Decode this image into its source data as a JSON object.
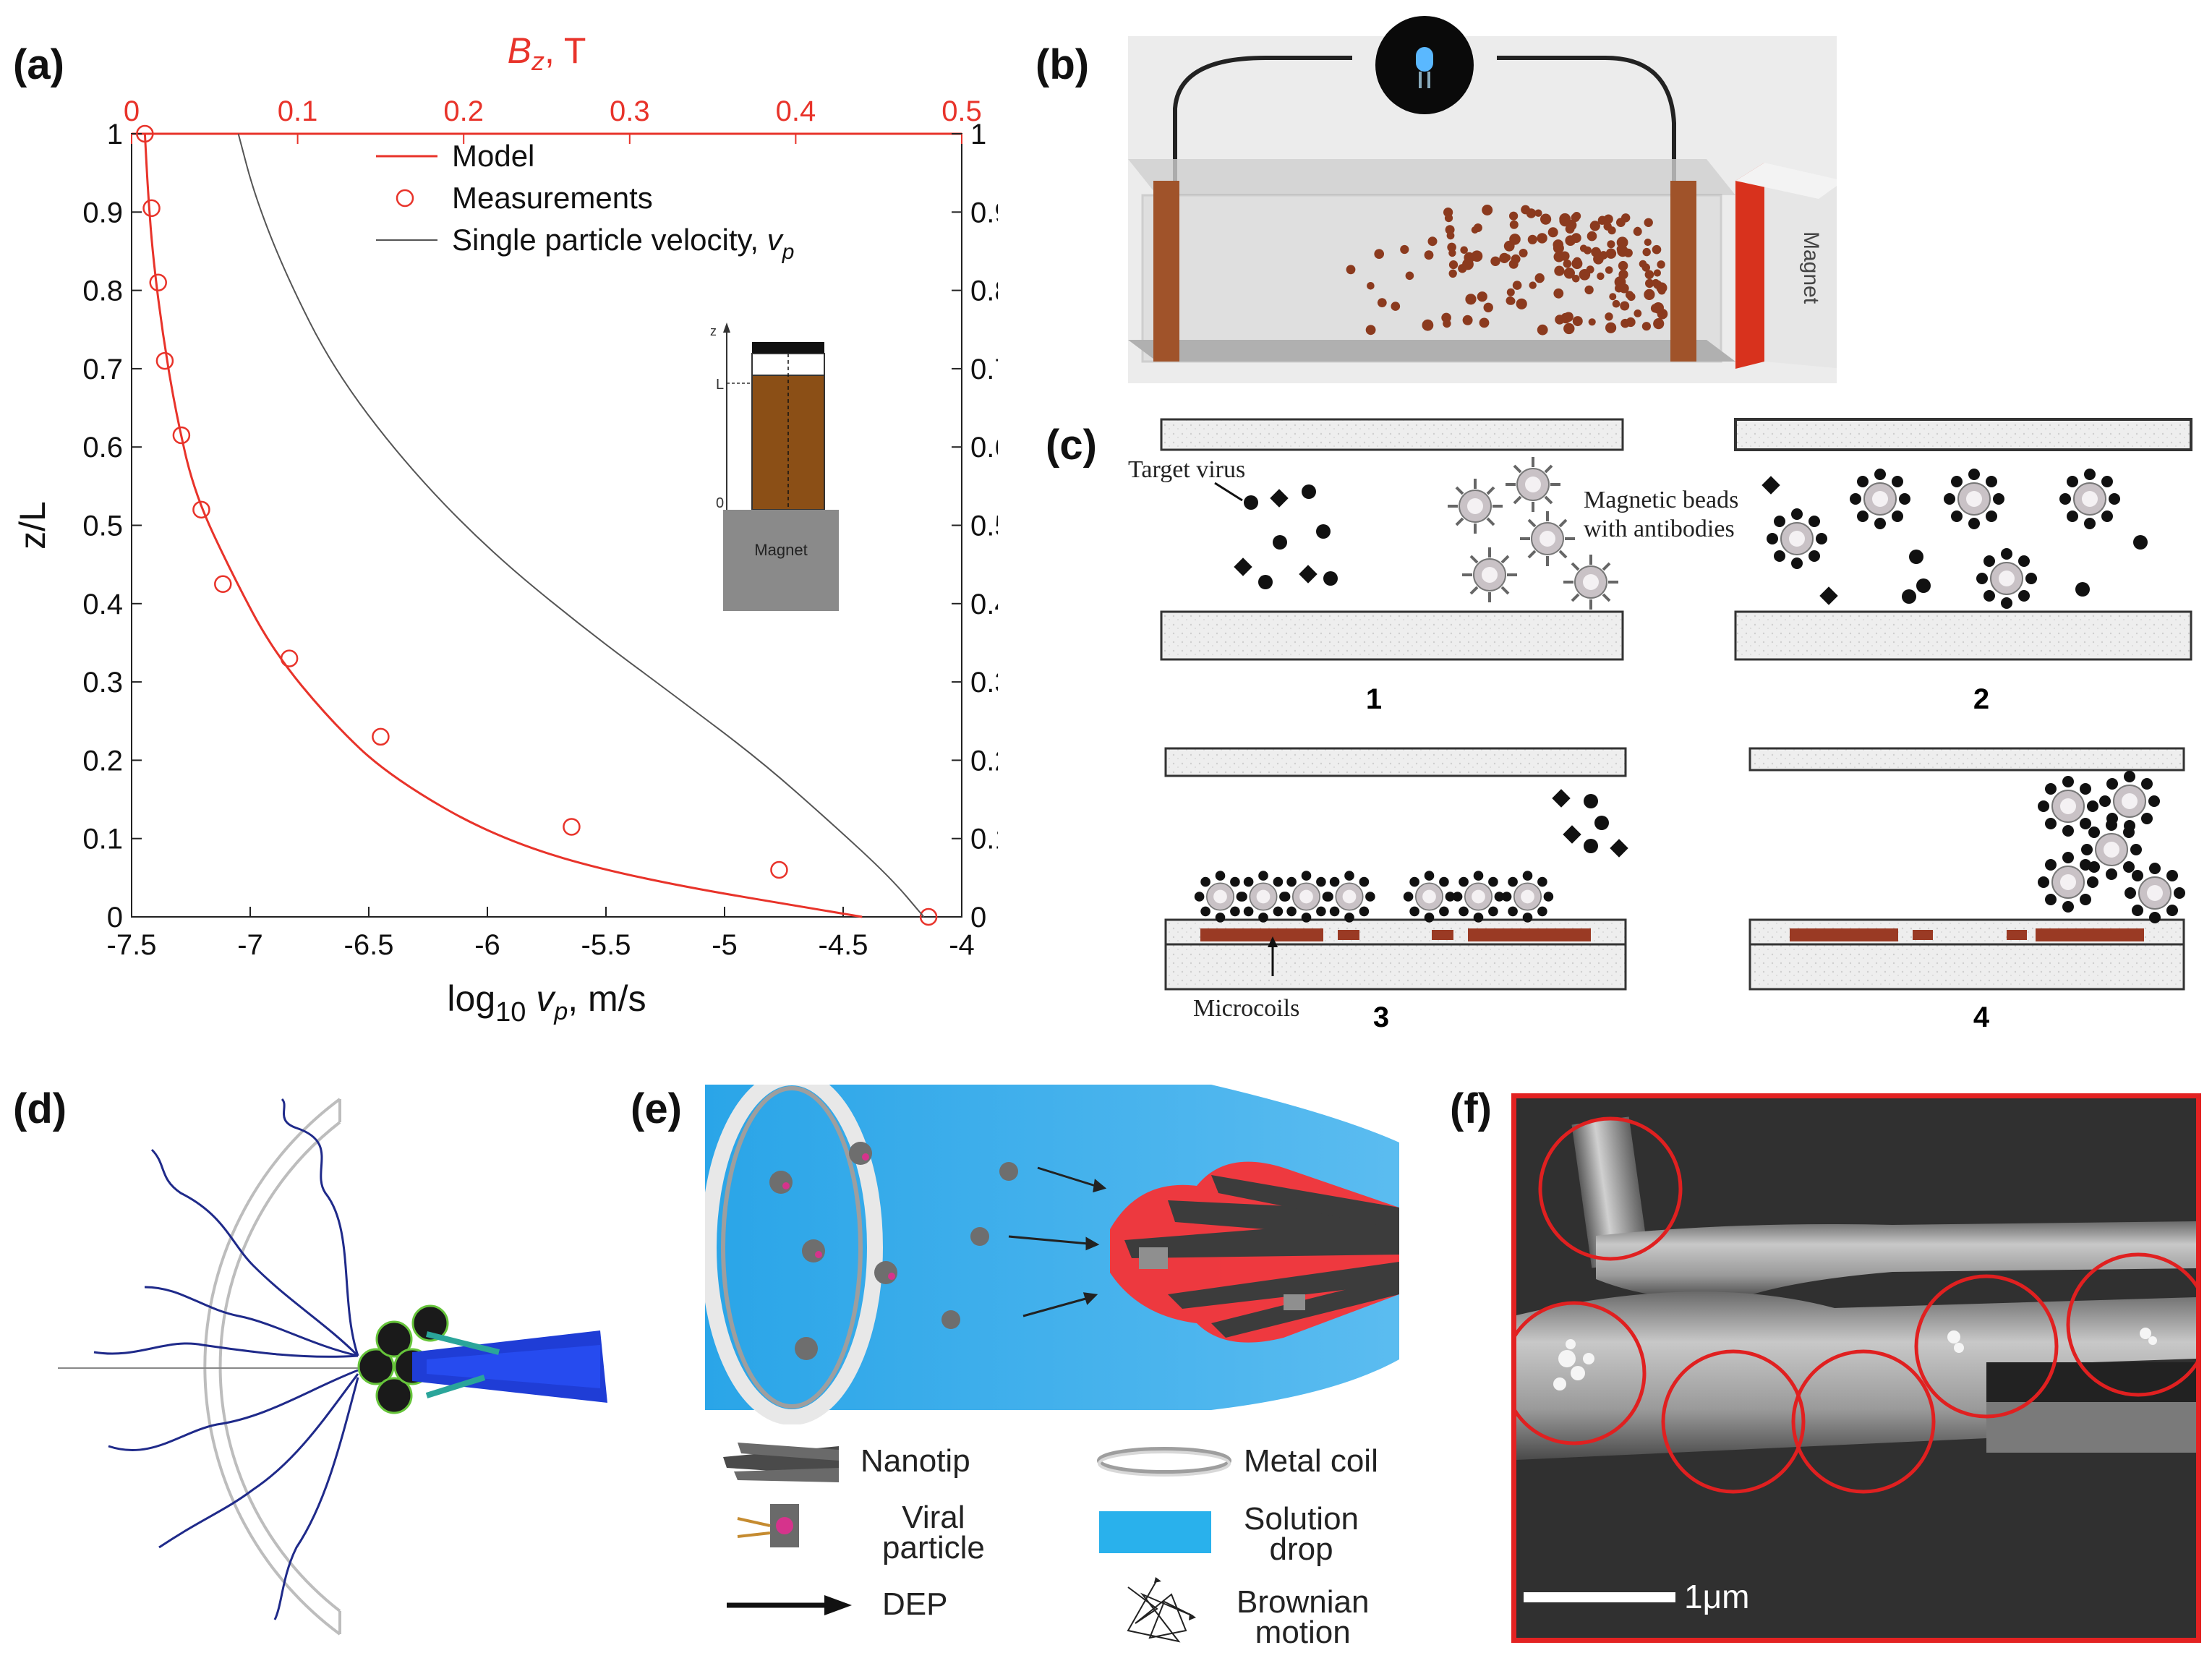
{
  "panel_labels": {
    "a": "(a)",
    "b": "(b)",
    "c": "(c)",
    "d": "(d)",
    "e": "(e)",
    "f": "(f)"
  },
  "chart_data": {
    "type": "line",
    "xlabel": "log10 vp, m/s",
    "xlabel_parts": {
      "prefix": "log",
      "sub": "10",
      "v": "v",
      "vsub": "p",
      "suffix": ", m/s"
    },
    "ylabel": "z/L",
    "top_axis_label": "Bz, T",
    "top_axis_label_parts": {
      "b": "B",
      "bsub": "z",
      "suffix": ", T"
    },
    "xlim": [
      -7.5,
      -4
    ],
    "ylim": [
      0,
      1
    ],
    "top_xlim": [
      0,
      0.5
    ],
    "x_ticks": [
      "-7.5",
      "-7",
      "-6.5",
      "-6",
      "-5.5",
      "-5",
      "-4.5",
      "-4"
    ],
    "x_tick_values": [
      -7.5,
      -7,
      -6.5,
      -6,
      -5.5,
      -5,
      -4.5,
      -4
    ],
    "y_ticks": [
      "0",
      "0.1",
      "0.2",
      "0.3",
      "0.4",
      "0.5",
      "0.6",
      "0.7",
      "0.8",
      "0.9",
      "1"
    ],
    "y_tick_values": [
      0,
      0.1,
      0.2,
      0.3,
      0.4,
      0.5,
      0.6,
      0.7,
      0.8,
      0.9,
      1
    ],
    "top_ticks": [
      "0",
      "0.1",
      "0.2",
      "0.3",
      "0.4",
      "0.5"
    ],
    "top_tick_values": [
      0,
      0.1,
      0.2,
      0.3,
      0.4,
      0.5
    ],
    "series": [
      {
        "name": "Model",
        "color": "#e8332a",
        "style": "line",
        "axis": "top",
        "x": [
          0.44,
          0.3,
          0.22,
          0.155,
          0.12,
          0.085,
          0.06,
          0.038,
          0.027,
          0.019,
          0.013,
          0.01,
          0.008
        ],
        "y": [
          0.0,
          0.05,
          0.1,
          0.18,
          0.25,
          0.34,
          0.44,
          0.54,
          0.64,
          0.74,
          0.84,
          0.92,
          1.0
        ]
      },
      {
        "name": "Measurements",
        "color": "#e8332a",
        "style": "marker",
        "axis": "top",
        "x": [
          0.48,
          0.39,
          0.265,
          0.15,
          0.095,
          0.055,
          0.042,
          0.03,
          0.02,
          0.016,
          0.012,
          0.008
        ],
        "y": [
          0.0,
          0.06,
          0.115,
          0.23,
          0.33,
          0.425,
          0.52,
          0.615,
          0.71,
          0.81,
          0.905,
          1.0
        ]
      },
      {
        "name": "Single particle velocity, vp",
        "color": "#555555",
        "style": "line",
        "axis": "bottom",
        "x": [
          -4.16,
          -4.3,
          -4.55,
          -4.85,
          -5.2,
          -5.6,
          -6.0,
          -6.35,
          -6.65,
          -6.85,
          -6.98,
          -7.05
        ],
        "y": [
          0.0,
          0.05,
          0.12,
          0.2,
          0.28,
          0.37,
          0.47,
          0.58,
          0.7,
          0.82,
          0.92,
          1.0
        ]
      }
    ],
    "legend": [
      {
        "label": "Model",
        "kind": "line"
      },
      {
        "label": "Measurements",
        "kind": "marker"
      },
      {
        "label": "Single particle velocity, ",
        "v": "v",
        "sub": "p",
        "kind": "grayline"
      }
    ],
    "legend_position": "top-right",
    "inset": {
      "z": "z",
      "L": "L",
      "zero": "0",
      "magnet": "Magnet"
    }
  },
  "panel_b": {
    "magnet_label": "Magnet"
  },
  "panel_c": {
    "target_virus": "Target virus",
    "beads_line1": "Magnetic beads",
    "beads_line2": "with antibodies",
    "microcoils": "Microcoils",
    "step1": "1",
    "step2": "2",
    "step3": "3",
    "step4": "4"
  },
  "panel_e": {
    "nanotip": "Nanotip",
    "viral_particle_1": "Viral",
    "viral_particle_2": "particle",
    "dep": "DEP",
    "metal_coil": "Metal coil",
    "solution_drop_1": "Solution",
    "solution_drop_2": "drop",
    "brownian_1": "Brownian",
    "brownian_2": "motion"
  },
  "panel_f": {
    "scale_bar": "1μm"
  },
  "colors": {
    "red": "#e8332a",
    "brown": "#8b3a1e",
    "blue_drop": "#29a8e6",
    "nanotip_glow": "#ff2b2b",
    "navy": "#1d2a8c"
  }
}
